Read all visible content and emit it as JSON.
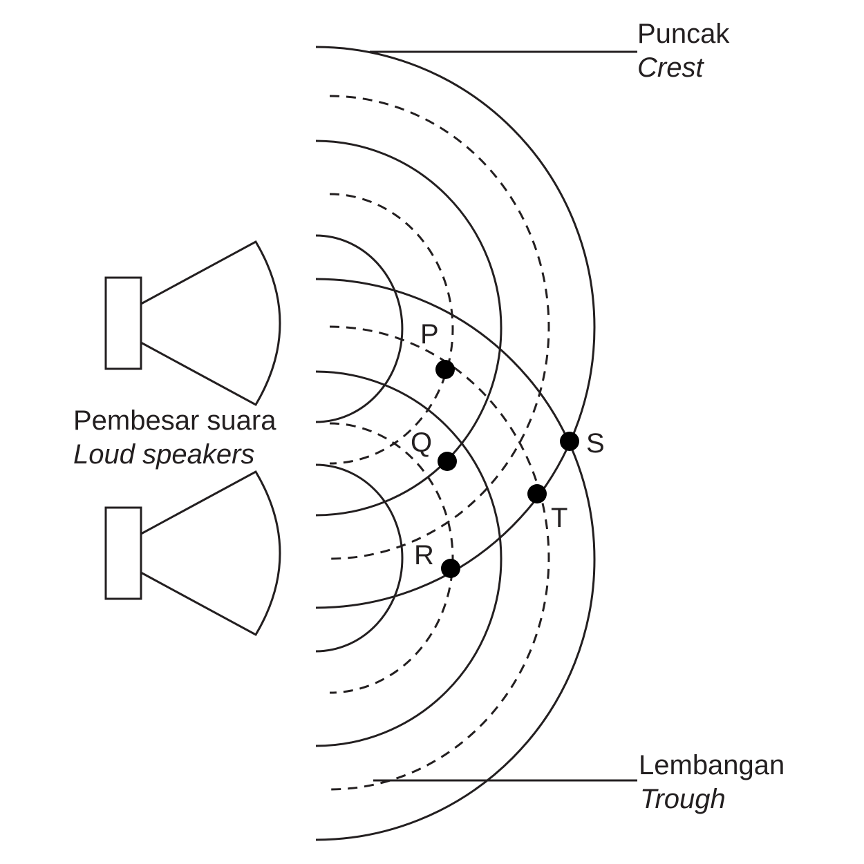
{
  "labels": {
    "crest_malay": "Puncak",
    "crest_english": "Crest",
    "trough_malay": "Lembangan",
    "trough_english": "Trough",
    "speakers_malay": "Pembesar suara",
    "speakers_english": "Loud speakers"
  },
  "points": [
    {
      "name": "P"
    },
    {
      "name": "Q"
    },
    {
      "name": "R"
    },
    {
      "name": "S"
    },
    {
      "name": "T"
    }
  ],
  "colors": {
    "line": "#231f20",
    "dot": "#000000",
    "background": "#ffffff"
  }
}
